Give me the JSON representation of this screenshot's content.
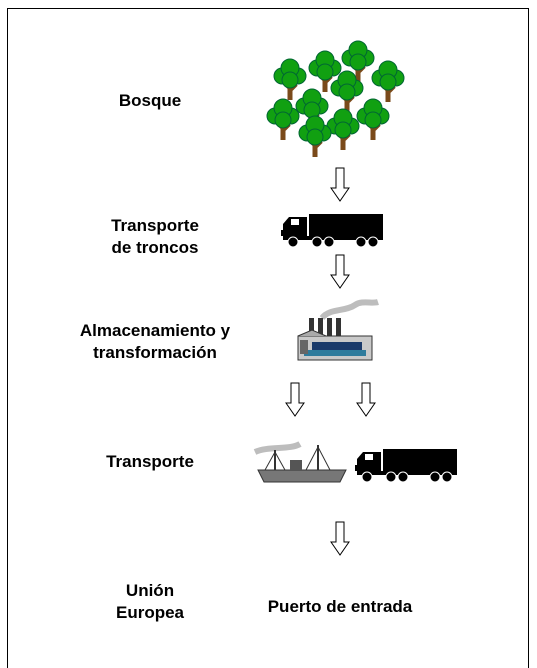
{
  "labels": {
    "forest": "Bosque",
    "log_transport_line1": "Transporte",
    "log_transport_line2": "de troncos",
    "storage_line1": "Almacenamiento y",
    "storage_line2": "transformación",
    "transport": "Transporte",
    "eu_line1": "Unión",
    "eu_line2": "Europea",
    "port": "Puerto de entrada"
  },
  "icons": [
    "tree-icon",
    "arrow-down-icon",
    "truck-icon",
    "factory-icon",
    "ship-icon"
  ],
  "colors": {
    "tree_green": "#11a011",
    "trunk": "#7a4a1a",
    "ink": "#000000"
  }
}
